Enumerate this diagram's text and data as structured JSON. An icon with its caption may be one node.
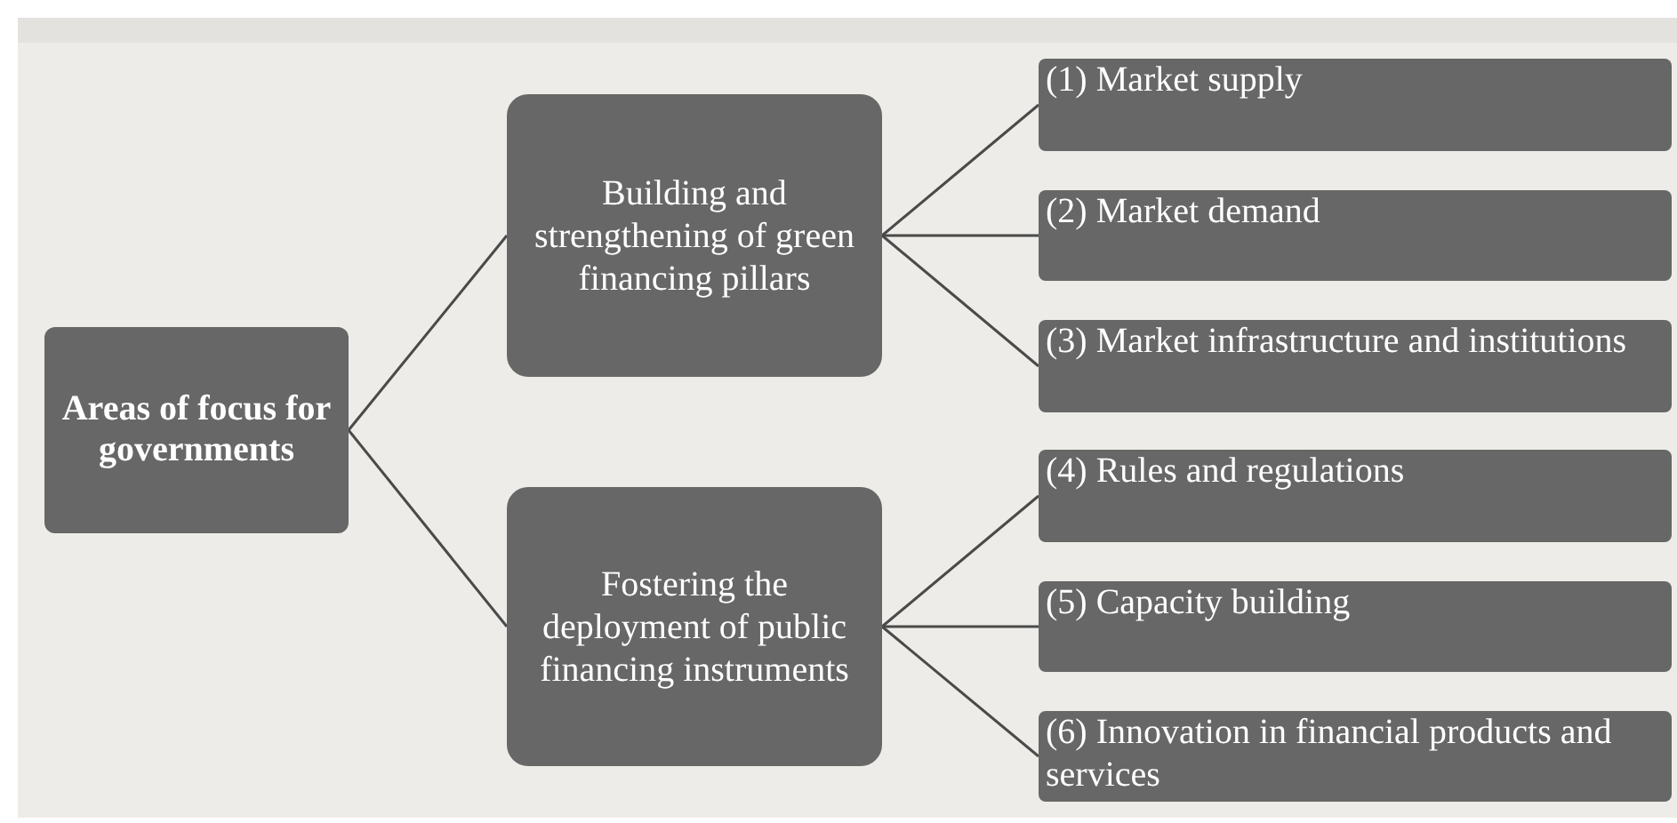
{
  "diagram": {
    "nodes": [
      {
        "text": [
          "Areas of focus for governments"
        ]
      },
      {
        "text": [
          "Building and strengthening of green financing pillars"
        ]
      },
      {
        "text": [
          "Fostering the deployment of public financing instruments"
        ]
      },
      {
        "text": [
          "(1) Market supply"
        ]
      },
      {
        "text": [
          "(2) Market demand"
        ]
      },
      {
        "text": [
          "(3) Market infrastructure and institutions"
        ]
      },
      {
        "text": [
          "(4) Rules and regulations"
        ]
      },
      {
        "text": [
          "(5) Capacity building"
        ]
      },
      {
        "text": [
          "(6) Innovation in financial products and services"
        ]
      }
    ],
    "edges": [
      {
        "from": 0,
        "to": 1,
        "arrow": "none"
      },
      {
        "from": 0,
        "to": 2,
        "arrow": "none"
      },
      {
        "from": 1,
        "to": 3,
        "arrow": "none"
      },
      {
        "from": 1,
        "to": 4,
        "arrow": "none"
      },
      {
        "from": 1,
        "to": 5,
        "arrow": "none"
      },
      {
        "from": 2,
        "to": 6,
        "arrow": "none"
      },
      {
        "from": 2,
        "to": 7,
        "arrow": "none"
      },
      {
        "from": 2,
        "to": 8,
        "arrow": "none"
      }
    ]
  }
}
